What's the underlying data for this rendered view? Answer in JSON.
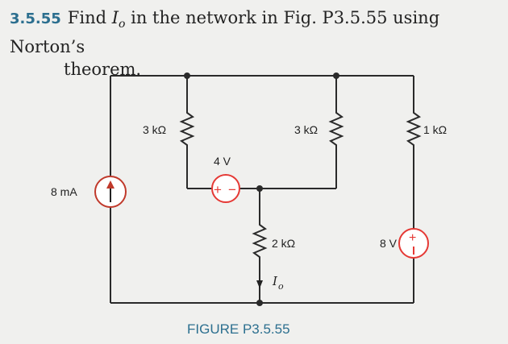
{
  "problem": {
    "number": "3.5.55",
    "text_pre": "Find ",
    "current_var": "I",
    "current_sub": "o",
    "text_post": " in the network in Fig. P3.5.55 using Norton’s",
    "text_line2": "theorem."
  },
  "circuit": {
    "current_source": "8 mA",
    "r_left": "3 kΩ",
    "r_mid": "3 kΩ",
    "r_right": "1 kΩ",
    "r_bottom": "2 kΩ",
    "v_source_mid": "4 V",
    "v_source_right": "8 V",
    "io_var": "I",
    "io_sub": "o",
    "plus": "+",
    "minus": "−"
  },
  "figure_caption": "FIGURE P3.5.55",
  "colors": {
    "wire": "#2a2a2a",
    "source": "#c0392b",
    "voltage_src": "#e53935",
    "caption": "#2c6f8f",
    "number": "#2c6f8f"
  }
}
